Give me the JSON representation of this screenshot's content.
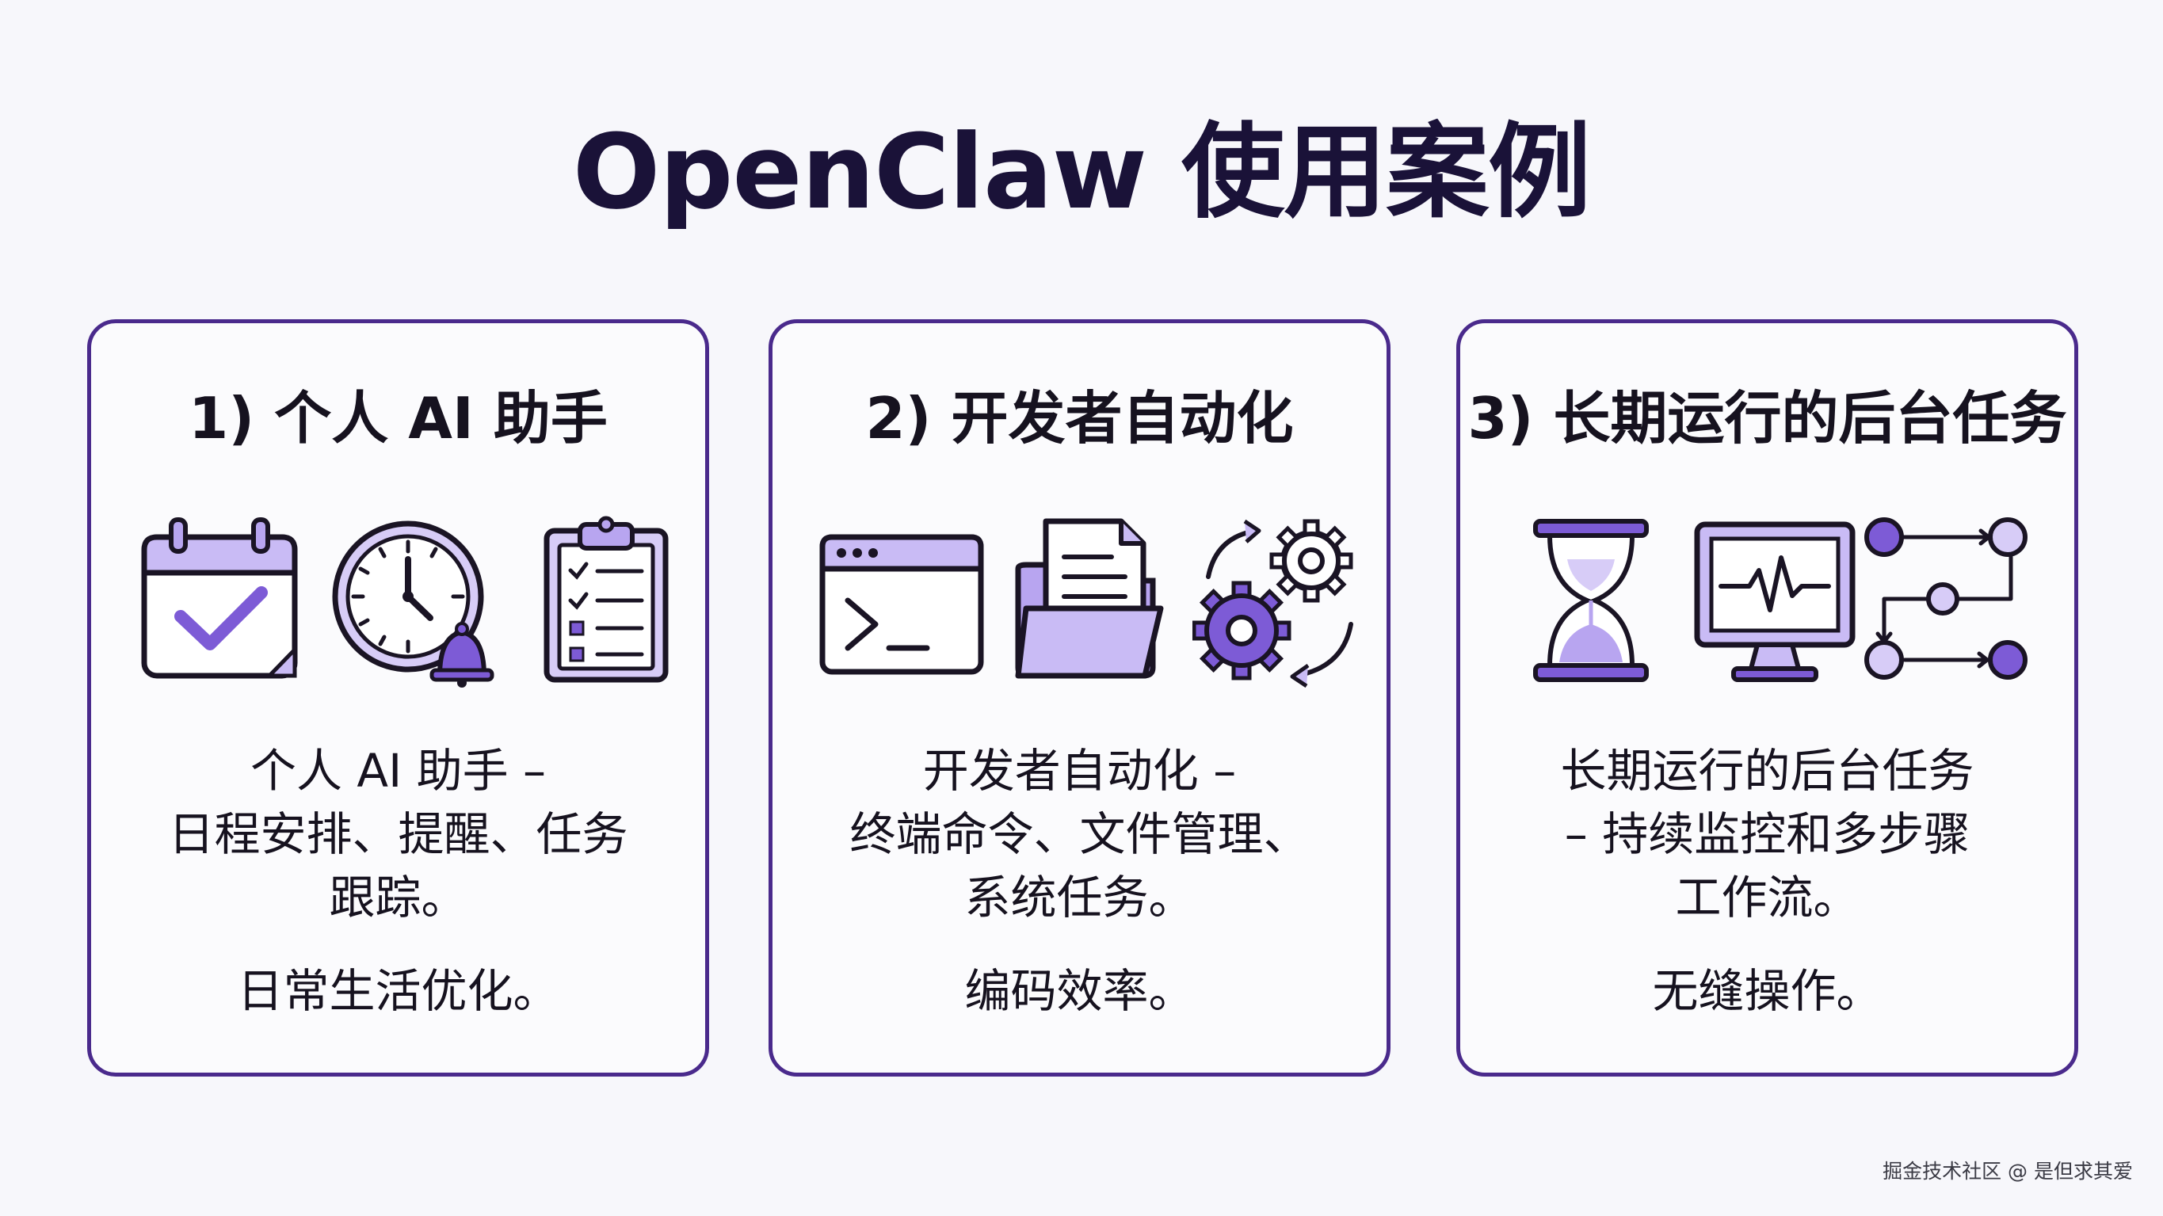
{
  "title": "OpenClaw 使用案例",
  "cards": [
    {
      "title": "1) 个人 AI 助手",
      "icons": [
        "calendar-check-icon",
        "clock-bell-icon",
        "clipboard-checklist-icon"
      ],
      "description_lines": [
        "个人 AI 助手 –",
        "日程安排、提醒、任务",
        "跟踪。"
      ],
      "summary": "日常生活优化。"
    },
    {
      "title": "2) 开发者自动化",
      "icons": [
        "terminal-icon",
        "document-folder-icon",
        "gears-sync-icon"
      ],
      "description_lines": [
        "开发者自动化 –",
        "终端命令、文件管理、",
        "系统任务。"
      ],
      "summary": "编码效率。"
    },
    {
      "title": "3) 长期运行的后台任务",
      "icons": [
        "hourglass-icon",
        "monitor-pulse-icon",
        "workflow-nodes-icon"
      ],
      "description_lines": [
        "长期运行的后台任务",
        "– 持续监控和多步骤",
        "工作流。"
      ],
      "summary": "无缝操作。"
    }
  ],
  "watermark": "掘金技术社区 @ 是但求其爱",
  "colors": {
    "accent_dark": "#4a2a8c",
    "accent_light": "#c9bbf5",
    "accent_mid": "#7d5bd6",
    "title": "#1a1238"
  }
}
